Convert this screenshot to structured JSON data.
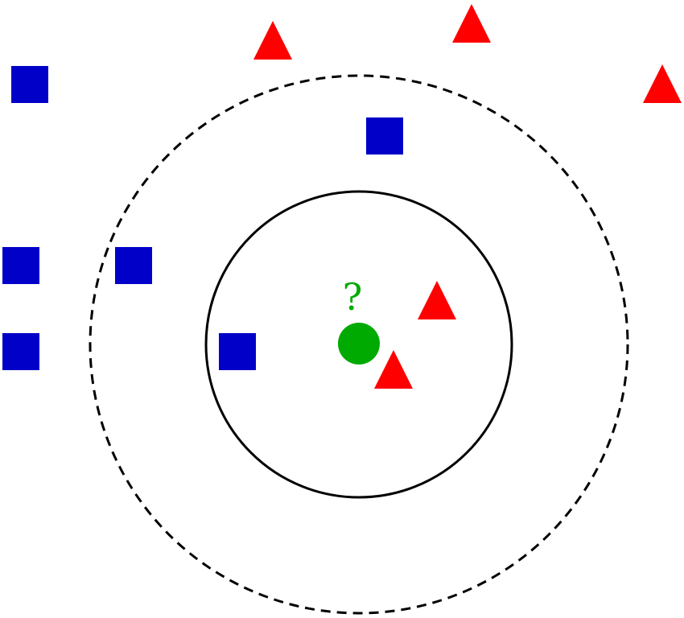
{
  "colors": {
    "square": "#0000c8",
    "triangle": "#ff0000",
    "query": "#00aa00",
    "circle_stroke": "#000000"
  },
  "query_label": "?",
  "legend": {
    "square_class": "blue-square",
    "triangle_class": "red-triangle",
    "query_point": "green-circle"
  },
  "circles": [
    {
      "name": "inner-neighborhood-circle",
      "style": "solid"
    },
    {
      "name": "outer-neighborhood-circle",
      "style": "dashed"
    }
  ]
}
